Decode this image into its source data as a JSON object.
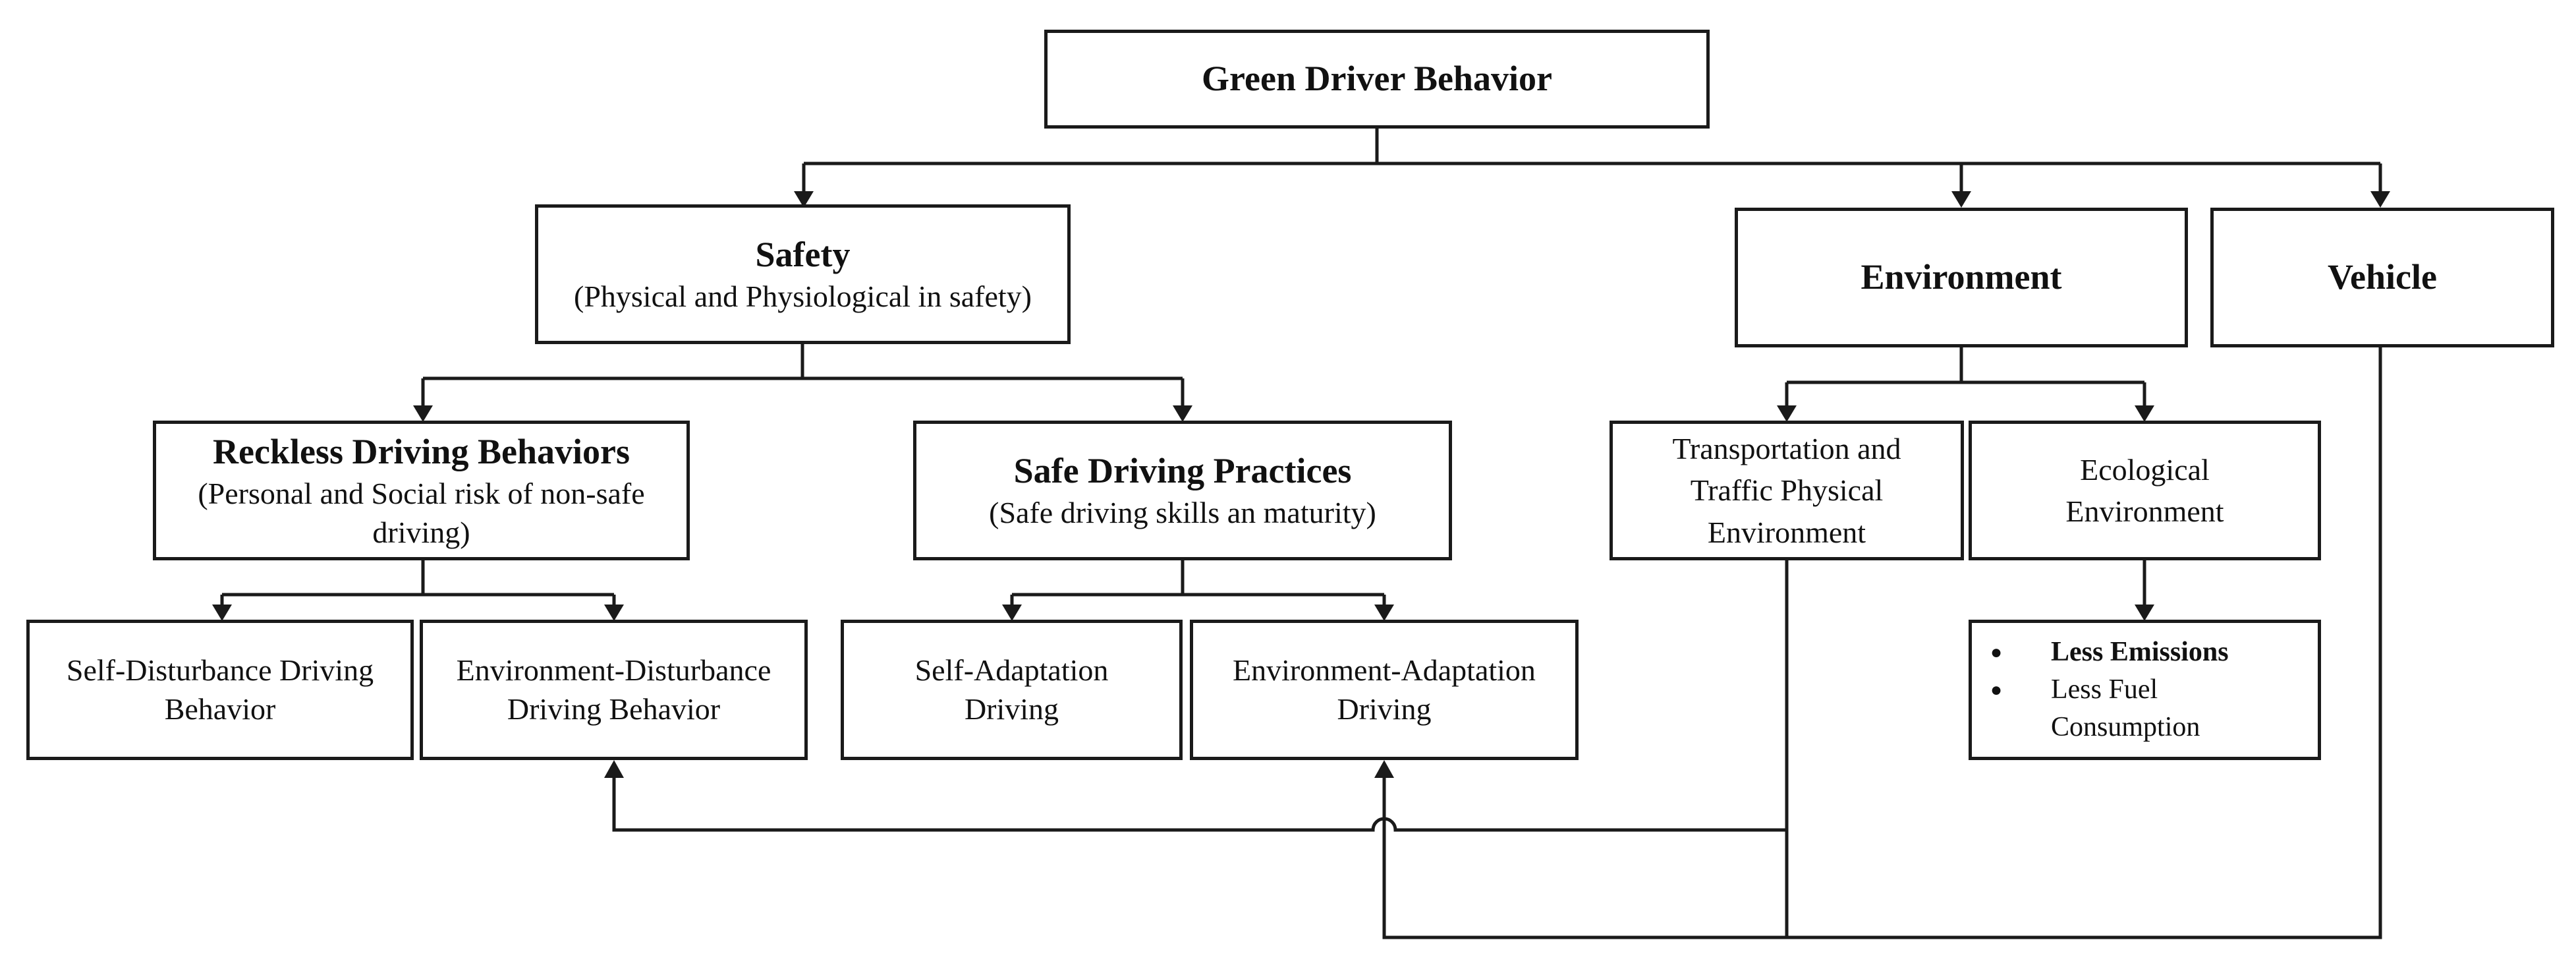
{
  "root": {
    "title": "Green Driver Behavior"
  },
  "safety": {
    "title": "Safety",
    "subtitle": "(Physical and Physiological in safety)"
  },
  "environment": {
    "title": "Environment"
  },
  "vehicle": {
    "title": "Vehicle"
  },
  "reckless": {
    "title": "Reckless Driving Behaviors",
    "subtitle": "(Personal and Social risk of non-safe driving)"
  },
  "safe_practices": {
    "title": "Safe Driving Practices",
    "subtitle": "(Safe driving skills an maturity)"
  },
  "transport": {
    "label": "Transportation and Traffic Physical Environment"
  },
  "ecological": {
    "label": "Ecological Environment"
  },
  "self_disturbance": {
    "label": "Self-Disturbance Driving Behavior"
  },
  "env_disturbance": {
    "label": "Environment-Disturbance Driving Behavior"
  },
  "self_adaptation": {
    "label": "Self-Adaptation Driving"
  },
  "env_adaptation": {
    "label": "Environment-Adaptation Driving"
  },
  "outcomes": {
    "items": [
      "Less Emissions",
      "Less Fuel Consumption"
    ]
  }
}
